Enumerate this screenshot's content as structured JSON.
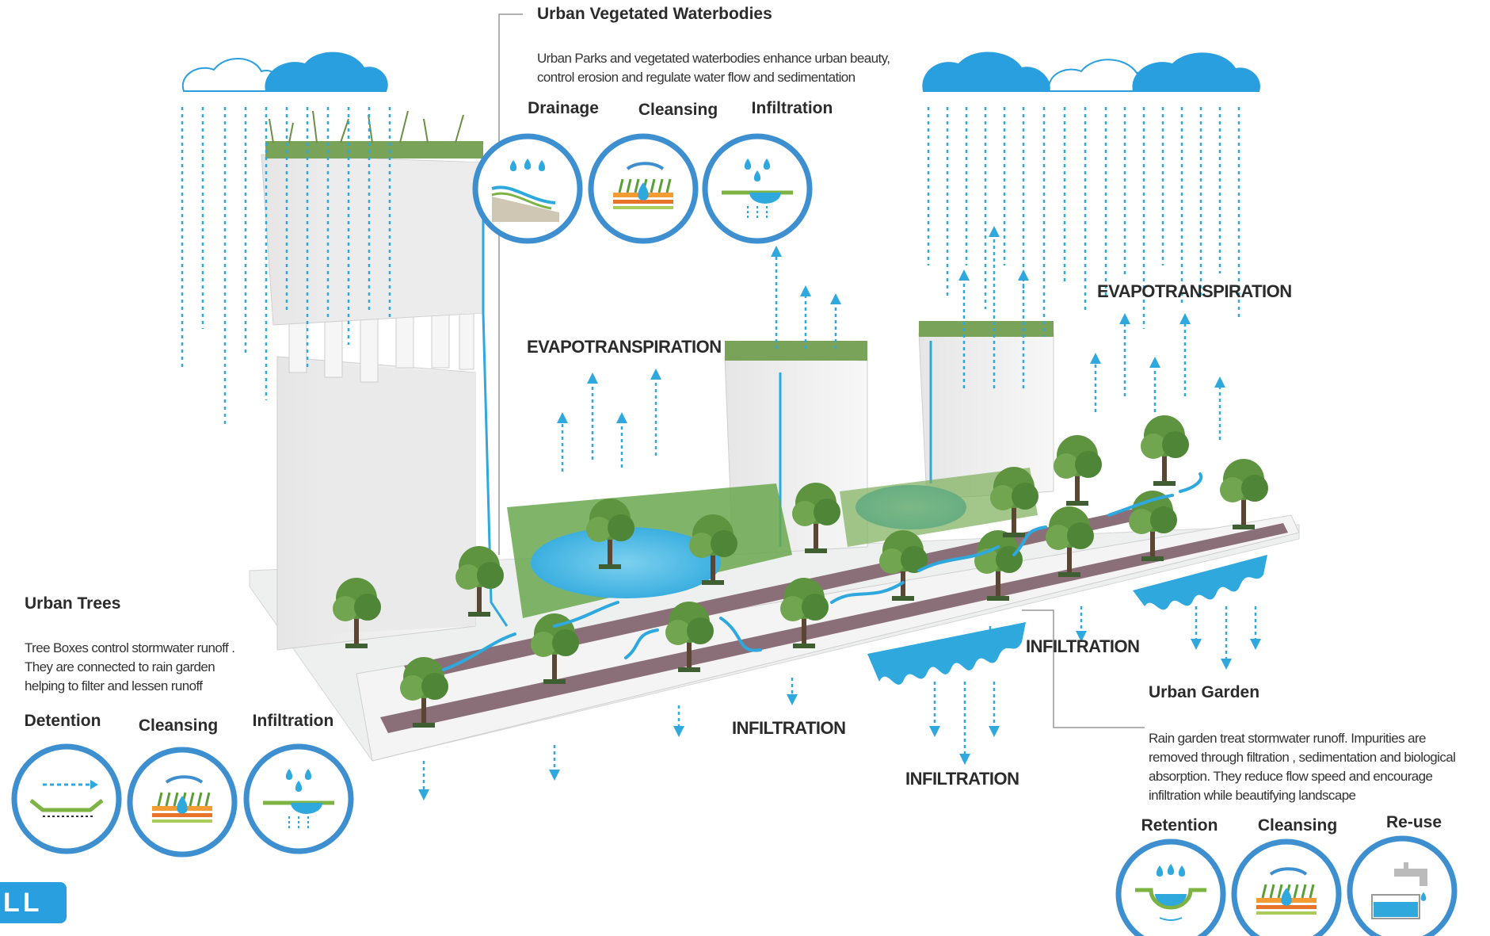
{
  "colors": {
    "water": "#2ea8dd",
    "cloud": "#2a9fe0",
    "plant": "#6aa84f",
    "road": "#8b6f78",
    "building": "#f1f1f1"
  },
  "waterbodies": {
    "heading": "Urban Vegetated Waterbodies",
    "desc_lines": [
      "Urban Parks and vegetated waterbodies enhance urban beauty,",
      "control erosion and regulate water flow and sedimentation"
    ],
    "icons": [
      {
        "label": "Drainage",
        "icon": "drainage-icon"
      },
      {
        "label": "Cleansing",
        "icon": "cleansing-icon"
      },
      {
        "label": "Infiltration",
        "icon": "infiltration-icon"
      }
    ]
  },
  "trees": {
    "heading": "Urban Trees",
    "desc_lines": [
      "Tree Boxes control stormwater runoff .",
      "They are connected to rain garden",
      "helping to filter and lessen runoff"
    ],
    "icons": [
      {
        "label": "Detention",
        "icon": "detention-icon"
      },
      {
        "label": "Cleansing",
        "icon": "cleansing-icon"
      },
      {
        "label": "Infiltration",
        "icon": "infiltration-icon"
      }
    ]
  },
  "garden": {
    "heading": "Urban Garden",
    "desc_lines": [
      "Rain garden treat stormwater runoff. Impurities are",
      "removed through filtration , sedimentation and biological",
      "absorption. They reduce flow speed and encourage",
      "infiltration while beautifying landscape"
    ],
    "icons": [
      {
        "label": "Retention",
        "icon": "retention-icon"
      },
      {
        "label": "Cleansing",
        "icon": "cleansing-icon"
      },
      {
        "label": "Re-use",
        "icon": "reuse-tap-icon"
      }
    ]
  },
  "labels": {
    "evap_center": "EVAPOTRANSPIRATION",
    "evap_right": "EVAPOTRANSPIRATION",
    "infil_center": "INFILTRATION",
    "infil_right": "INFILTRATION",
    "infil_bottom": "INFILTRATION"
  },
  "logo": {
    "text": "LL"
  }
}
